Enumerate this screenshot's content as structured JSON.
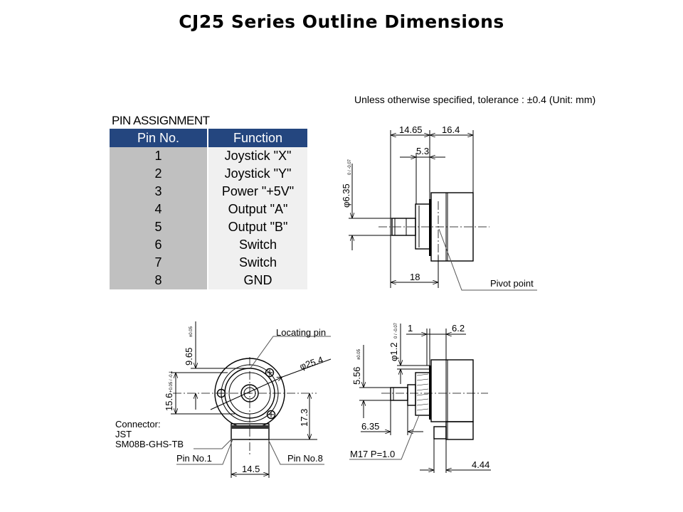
{
  "title": "CJ25 Series Outline Dimensions",
  "tolerance_note": "Unless otherwise specified, tolerance : ±0.4  (Unit: mm)",
  "pin_assignment": {
    "title": "PIN ASSIGNMENT",
    "headers": [
      "Pin No.",
      "Function"
    ],
    "rows": [
      {
        "pin": "1",
        "function": "Joystick \"X\""
      },
      {
        "pin": "2",
        "function": "Joystick \"Y\""
      },
      {
        "pin": "3",
        "function": "Power \"+5V\""
      },
      {
        "pin": "4",
        "function": "Output \"A\""
      },
      {
        "pin": "5",
        "function": "Output \"B\""
      },
      {
        "pin": "6",
        "function": "Switch"
      },
      {
        "pin": "7",
        "function": "Switch"
      },
      {
        "pin": "8",
        "function": "GND"
      }
    ]
  },
  "side_view": {
    "dim_14_65": "14.65",
    "dim_16_4": "16.4",
    "dim_5_3": "5.3",
    "dim_18": "18",
    "shaft_dia": "φ6.35",
    "shaft_dia_tol": "0 / -0.07",
    "pivot_label": "Pivot point"
  },
  "front_view": {
    "dim_9_65": "9.65",
    "dim_9_65_tol": "±0.05",
    "dim_15_6": "15.6",
    "dim_15_6_tol": "+0.05 / -0.1",
    "dim_17_3": "17.3",
    "dim_14_5": "14.5",
    "dia_25_4": "φ25.4",
    "locating_pin": "Locating pin",
    "connector_lines": [
      "Connector:",
      "JST",
      "SM08B-GHS-TB"
    ],
    "pin1": "Pin No.1",
    "pin8": "Pin No.8"
  },
  "side_view_2": {
    "dim_1": "1",
    "dim_6_2": "6.2",
    "pin_dia": "φ1.2",
    "pin_dia_tol": "0 / -0.07",
    "dim_5_56": "5.56",
    "dim_5_56_tol": "±0.05",
    "dim_6_35": "6.35",
    "thread": "M17 P=1.0",
    "dim_4_44": "4.44"
  }
}
